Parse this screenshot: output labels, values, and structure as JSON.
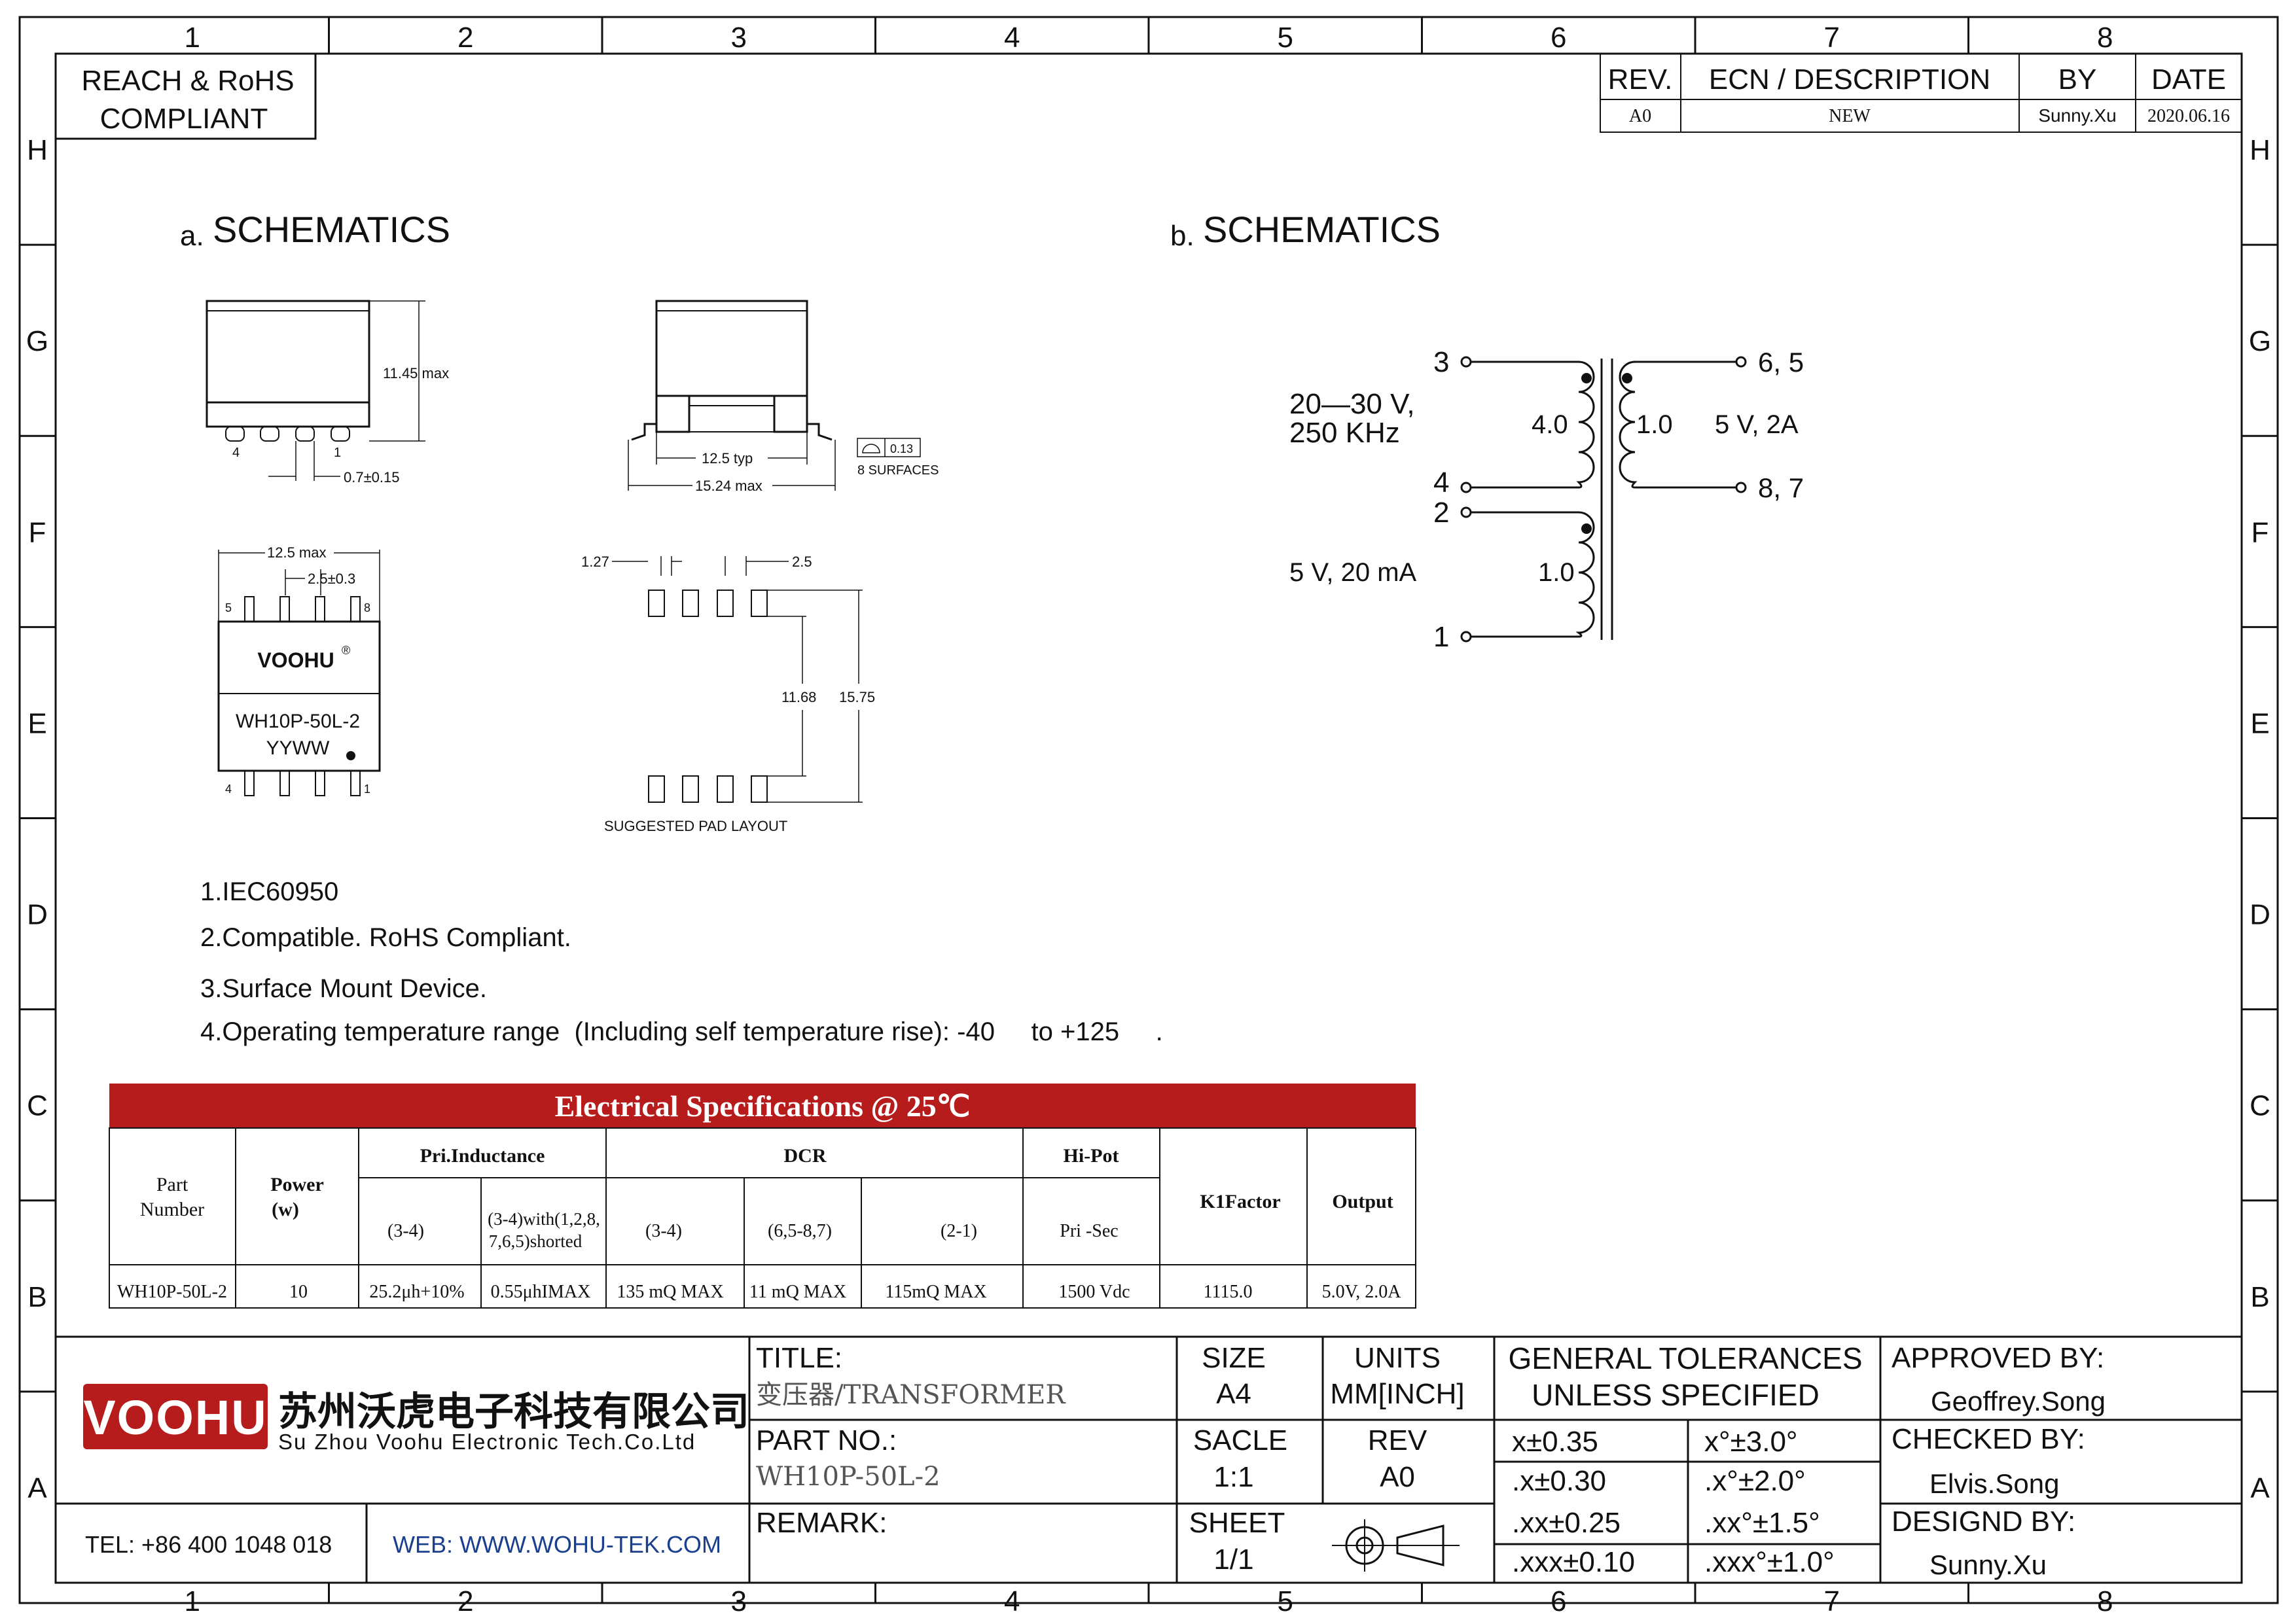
{
  "frame": {
    "col_labels": [
      "1",
      "2",
      "3",
      "4",
      "5",
      "6",
      "7",
      "8"
    ],
    "row_labels": [
      "H",
      "G",
      "F",
      "E",
      "D",
      "C",
      "B",
      "A"
    ]
  },
  "compliance": {
    "line1": "REACH & RoHS",
    "line2": "COMPLIANT"
  },
  "revision_table": {
    "headers": [
      "REV.",
      "ECN / DESCRIPTION",
      "BY",
      "DATE"
    ],
    "row": [
      "A0",
      "NEW",
      "Sunny.Xu",
      "2020.06.16"
    ]
  },
  "section_a": {
    "prefix": "a.",
    "title": "SCHEMATICS"
  },
  "section_b": {
    "prefix": "b.",
    "title": "SCHEMATICS"
  },
  "drawing_labels": {
    "height_max": "11.45 max",
    "pin_left": "4",
    "pin_right": "1",
    "pin_pitch_tol": "0.7±0.15",
    "span_typ": "12.5 typ",
    "span_max": "15.24 max",
    "flatness_value": "0.13",
    "flatness_note": "8 SURFACES",
    "top_width_max": "12.5 max",
    "top_pitch": "2.5±0.3",
    "top_pin_5": "5",
    "top_pin_8": "8",
    "top_pin_4": "4",
    "top_pin_1": "1",
    "logo_text": "VOOHU",
    "logo_reg": "®",
    "marking_part": "WH10P-50L-2",
    "marking_code": "YYWW",
    "pad_width": "1.27",
    "pad_pitch": "2.5",
    "pad_inner": "11.68",
    "pad_outer": "15.75",
    "pad_caption": "SUGGESTED PAD LAYOUT"
  },
  "schematic": {
    "pin3": "3",
    "pin4": "4",
    "pin2": "2",
    "pin1": "1",
    "pin65": "6, 5",
    "pin87": "8, 7",
    "input_v": "20—30 V,",
    "input_f": "250 KHz",
    "turns_pri": "4.0",
    "turns_sec": "1.0",
    "turns_aux": "1.0",
    "output": "5 V, 2A",
    "aux_output": "5 V, 20 mA"
  },
  "notes": [
    "1.IEC60950",
    "2.Compatible. RoHS Compliant.",
    "3.Surface Mount Device.",
    "4.Operating temperature range  (Including self temperature rise): -40     to +125     ."
  ],
  "spec_table": {
    "title": "Electrical Specifications @ 25℃",
    "h_part": [
      "Part",
      "Number"
    ],
    "h_power": [
      "Power",
      "(w)"
    ],
    "h_pri": "Pri.Inductance",
    "h_dcr": "DCR",
    "h_hipot": "Hi-Pot",
    "h_k1": "K1Factor",
    "h_output": "Output",
    "sub_pri1": "(3-4)",
    "sub_pri2": [
      "(3-4)with(1,2,8,",
      "7,6,5)shorted"
    ],
    "sub_dcr1": "(3-4)",
    "sub_dcr2": "(6,5-8,7)",
    "sub_dcr3": "(2-1)",
    "sub_hipot": "Pri -Sec",
    "row": [
      "WH10P-50L-2",
      "10",
      "25.2μh+10%",
      "0.55μhIMAX",
      "135 mQ MAX",
      "11 mQ MAX",
      "115mQ MAX",
      "1500 Vdc",
      "1115.0",
      "5.0V, 2.0A"
    ]
  },
  "title_block": {
    "company_logo": "VOOHU",
    "company_cn": "苏州沃虎电子科技有限公司",
    "company_en": "Su Zhou Voohu Electronic Tech.Co.Ltd",
    "tel": "TEL: +86 400 1048 018",
    "web": "WEB: WWW.WOHU-TEK.COM",
    "title_label": "TITLE:",
    "title_value": "变压器/TRANSFORMER",
    "partno_label": "PART NO.:",
    "partno_value": "WH10P-50L-2",
    "remark_label": "REMARK:",
    "size_label": "SIZE",
    "size_value": "A4",
    "units_label": "UNITS",
    "units_value": "MM[INCH]",
    "scale_label": "SACLE",
    "scale_value": "1:1",
    "rev_label": "REV",
    "rev_value": "A0",
    "sheet_label": "SHEET",
    "sheet_value": "1/1",
    "tol_line1": "GENERAL TOLERANCES",
    "tol_line2": "UNLESS SPECIFIED",
    "tol": [
      "x±0.35",
      "x°±3.0°",
      ".x±0.30",
      ".x°±2.0°",
      ".xx±0.25",
      ".xx°±1.5°",
      ".xxx±0.10",
      ".xxx°±1.0°"
    ],
    "approved_label": "APPROVED BY:",
    "approved_value": "Geoffrey.Song",
    "checked_label": "CHECKED BY:",
    "checked_value": "Elvis.Song",
    "design_label": "DESIGND BY:",
    "design_value": "Sunny.Xu"
  }
}
